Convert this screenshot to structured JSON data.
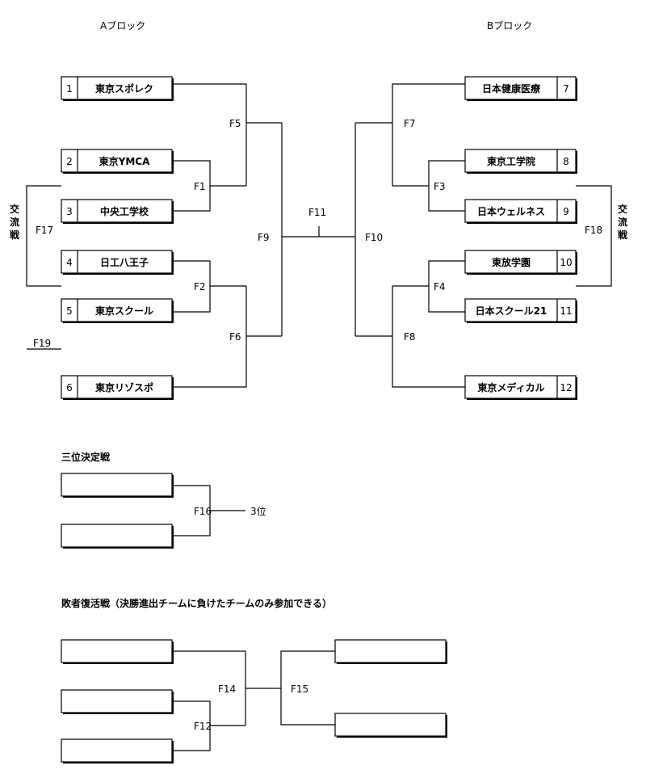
{
  "blocks": {
    "a_title": "Aブロック",
    "b_title": "Bブロック"
  },
  "teams": [
    {
      "seed": "1",
      "name": "東京スポレク"
    },
    {
      "seed": "2",
      "name": "東京YMCA"
    },
    {
      "seed": "3",
      "name": "中央工学校"
    },
    {
      "seed": "4",
      "name": "日工八王子"
    },
    {
      "seed": "5",
      "name": "東京スクール"
    },
    {
      "seed": "6",
      "name": "東京リゾスポ"
    },
    {
      "seed": "7",
      "name": "日本健康医療"
    },
    {
      "seed": "8",
      "name": "東京工学院"
    },
    {
      "seed": "9",
      "name": "日本ウェルネス"
    },
    {
      "seed": "10",
      "name": "東放学園"
    },
    {
      "seed": "11",
      "name": "日本スクール21"
    },
    {
      "seed": "12",
      "name": "東京メディカル"
    }
  ],
  "matches": {
    "F1": "F1",
    "F2": "F2",
    "F3": "F3",
    "F4": "F4",
    "F5": "F5",
    "F6": "F6",
    "F7": "F7",
    "F8": "F8",
    "F9": "F9",
    "F10": "F10",
    "F11": "F11",
    "F12": "F12",
    "F14": "F14",
    "F15": "F15",
    "F16": "F16",
    "F17": "F17",
    "F18": "F18",
    "F19": "F19"
  },
  "exchange": {
    "left": [
      "交",
      "流",
      "戦"
    ],
    "right": [
      "交",
      "流",
      "戦"
    ]
  },
  "third_place": {
    "title": "三位決定戦",
    "result": "3位"
  },
  "repechage": {
    "title": "敗者復活戦（決勝進出チームに負けたチームのみ参加できる）"
  }
}
